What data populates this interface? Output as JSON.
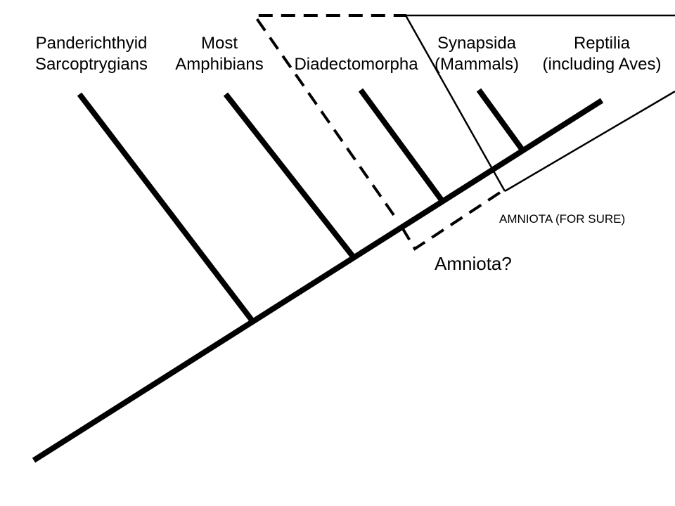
{
  "taxa": [
    {
      "line1": "Panderichthyid",
      "line2": "Sarcoptrygians"
    },
    {
      "line1": "Most",
      "line2": "Amphibians"
    },
    {
      "line1": "",
      "line2": "Diadectomorpha"
    },
    {
      "line1": "Synapsida",
      "line2": "(Mammals)"
    },
    {
      "line1": "Reptilia",
      "line2": "(including Aves)"
    }
  ],
  "annotations": {
    "amniota_sure": "AMNIOTA (FOR SURE)",
    "amniota_question": "Amniota?"
  },
  "colors": {
    "ink": "#000000",
    "background": "#ffffff"
  }
}
